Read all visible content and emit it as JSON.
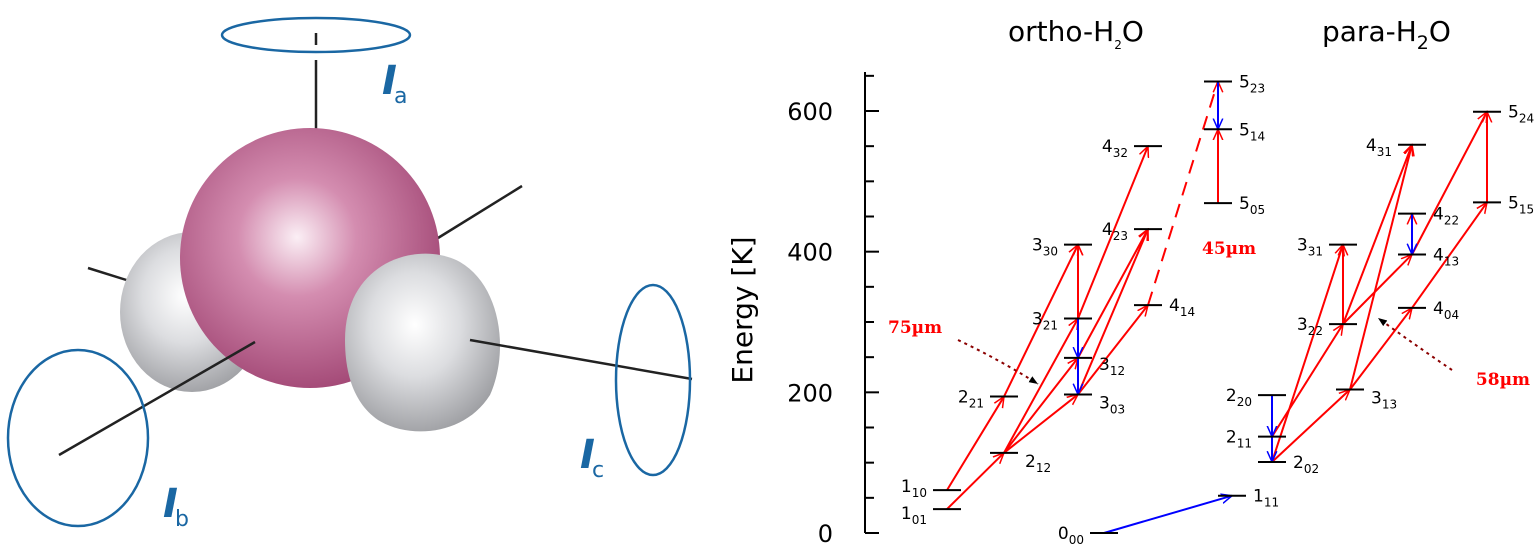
{
  "molecule": {
    "axis_a": {
      "symbol": "I",
      "subscript": "a"
    },
    "axis_b": {
      "symbol": "I",
      "subscript": "b"
    },
    "axis_c": {
      "symbol": "I",
      "subscript": "c"
    },
    "colors": {
      "oxygen": "#b0507f",
      "hydrogen": "#c7c8ca",
      "axis_ring": "#1a67a3"
    }
  },
  "energy_diagram": {
    "titles": {
      "ortho": "ortho-H2O",
      "para": "para-H2O"
    },
    "ylabel": "Energy [K]",
    "ylim": [
      0,
      660
    ],
    "yticks": [
      0,
      200,
      400,
      600
    ],
    "colors": {
      "excitation": "#ff0000",
      "decay": "#0000ff",
      "annotation": "#8b0000"
    },
    "ortho_levels": [
      {
        "id": "101",
        "main": "1",
        "sub": "01",
        "energy": 34
      },
      {
        "id": "110",
        "main": "1",
        "sub": "10",
        "energy": 61
      },
      {
        "id": "212",
        "main": "2",
        "sub": "12",
        "energy": 114
      },
      {
        "id": "221",
        "main": "2",
        "sub": "21",
        "energy": 194
      },
      {
        "id": "303",
        "main": "3",
        "sub": "03",
        "energy": 197
      },
      {
        "id": "312",
        "main": "3",
        "sub": "12",
        "energy": 249
      },
      {
        "id": "321",
        "main": "3",
        "sub": "21",
        "energy": 305
      },
      {
        "id": "330",
        "main": "3",
        "sub": "30",
        "energy": 410
      },
      {
        "id": "414",
        "main": "4",
        "sub": "14",
        "energy": 324
      },
      {
        "id": "423",
        "main": "4",
        "sub": "23",
        "energy": 432
      },
      {
        "id": "432",
        "main": "4",
        "sub": "32",
        "energy": 550
      },
      {
        "id": "505",
        "main": "5",
        "sub": "05",
        "energy": 469
      },
      {
        "id": "514",
        "main": "5",
        "sub": "14",
        "energy": 574
      },
      {
        "id": "523",
        "main": "5",
        "sub": "23",
        "energy": 642
      }
    ],
    "para_levels": [
      {
        "id": "000",
        "main": "0",
        "sub": "00",
        "energy": 0
      },
      {
        "id": "111",
        "main": "1",
        "sub": "11",
        "energy": 53
      },
      {
        "id": "202",
        "main": "2",
        "sub": "02",
        "energy": 101
      },
      {
        "id": "211",
        "main": "2",
        "sub": "11",
        "energy": 137
      },
      {
        "id": "220",
        "main": "2",
        "sub": "20",
        "energy": 196
      },
      {
        "id": "313",
        "main": "3",
        "sub": "13",
        "energy": 204
      },
      {
        "id": "322",
        "main": "3",
        "sub": "22",
        "energy": 297
      },
      {
        "id": "331",
        "main": "3",
        "sub": "31",
        "energy": 410
      },
      {
        "id": "404",
        "main": "4",
        "sub": "04",
        "energy": 320
      },
      {
        "id": "413",
        "main": "4",
        "sub": "13",
        "energy": 396
      },
      {
        "id": "422",
        "main": "4",
        "sub": "22",
        "energy": 454
      },
      {
        "id": "431",
        "main": "4",
        "sub": "31",
        "energy": 552
      },
      {
        "id": "515",
        "main": "5",
        "sub": "15",
        "energy": 470
      },
      {
        "id": "524",
        "main": "5",
        "sub": "24",
        "energy": 599
      }
    ],
    "ortho_excitations": [
      [
        "101",
        "212"
      ],
      [
        "110",
        "221"
      ],
      [
        "212",
        "303"
      ],
      [
        "212",
        "321"
      ],
      [
        "221",
        "330"
      ],
      [
        "212",
        "312"
      ],
      [
        "303",
        "414"
      ],
      [
        "312",
        "423"
      ],
      [
        "312",
        "330"
      ],
      [
        "321",
        "330"
      ],
      [
        "321",
        "432"
      ],
      [
        "303",
        "423"
      ],
      [
        "505",
        "514"
      ],
      [
        "514",
        "523"
      ]
    ],
    "ortho_decays": [
      [
        "321",
        "312"
      ],
      [
        "312",
        "303"
      ],
      [
        "523",
        "514"
      ]
    ],
    "ortho_dashed": [
      [
        "414",
        "523"
      ]
    ],
    "para_excitations": [
      [
        "202",
        "313"
      ],
      [
        "202",
        "331"
      ],
      [
        "211",
        "322"
      ],
      [
        "313",
        "404"
      ],
      [
        "313",
        "431"
      ],
      [
        "322",
        "431"
      ],
      [
        "322",
        "413"
      ],
      [
        "404",
        "515"
      ],
      [
        "413",
        "524"
      ],
      [
        "413",
        "422"
      ],
      [
        "515",
        "524"
      ],
      [
        "322",
        "331"
      ]
    ],
    "para_decays": [
      [
        "000",
        "111"
      ],
      [
        "220",
        "211"
      ],
      [
        "211",
        "202"
      ],
      [
        "422",
        "413"
      ]
    ],
    "annotations": {
      "ortho_75": "75µm",
      "ortho_45": "45µm",
      "para_58": "58µm"
    }
  }
}
